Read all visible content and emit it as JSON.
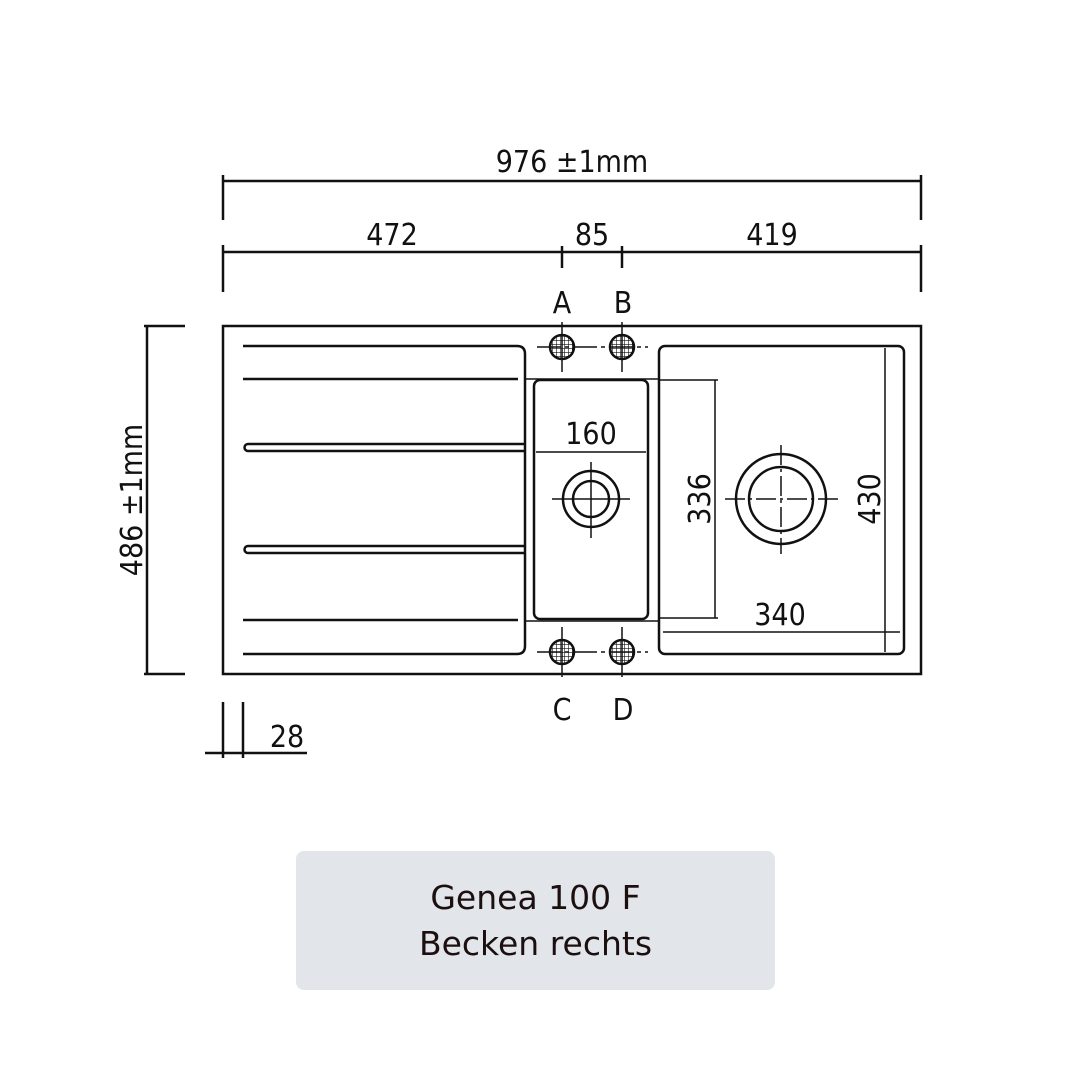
{
  "drawing": {
    "overall_width": "976 ±1mm",
    "overall_depth": "486 ±1mm",
    "segment_left": "472",
    "segment_middle": "85",
    "segment_right": "419",
    "small_bowl_width": "160",
    "bowl_inner_depth": "336",
    "main_bowl_depth": "430",
    "main_bowl_width": "340",
    "thickness": "28",
    "tap_holes": [
      "A",
      "B",
      "C",
      "D"
    ]
  },
  "caption": {
    "line1": "Genea 100 F",
    "line2": "Becken rechts"
  },
  "colors": {
    "line": "#111111",
    "caption_bg": "#e2e5e9",
    "caption_text": "#1c0f10"
  }
}
